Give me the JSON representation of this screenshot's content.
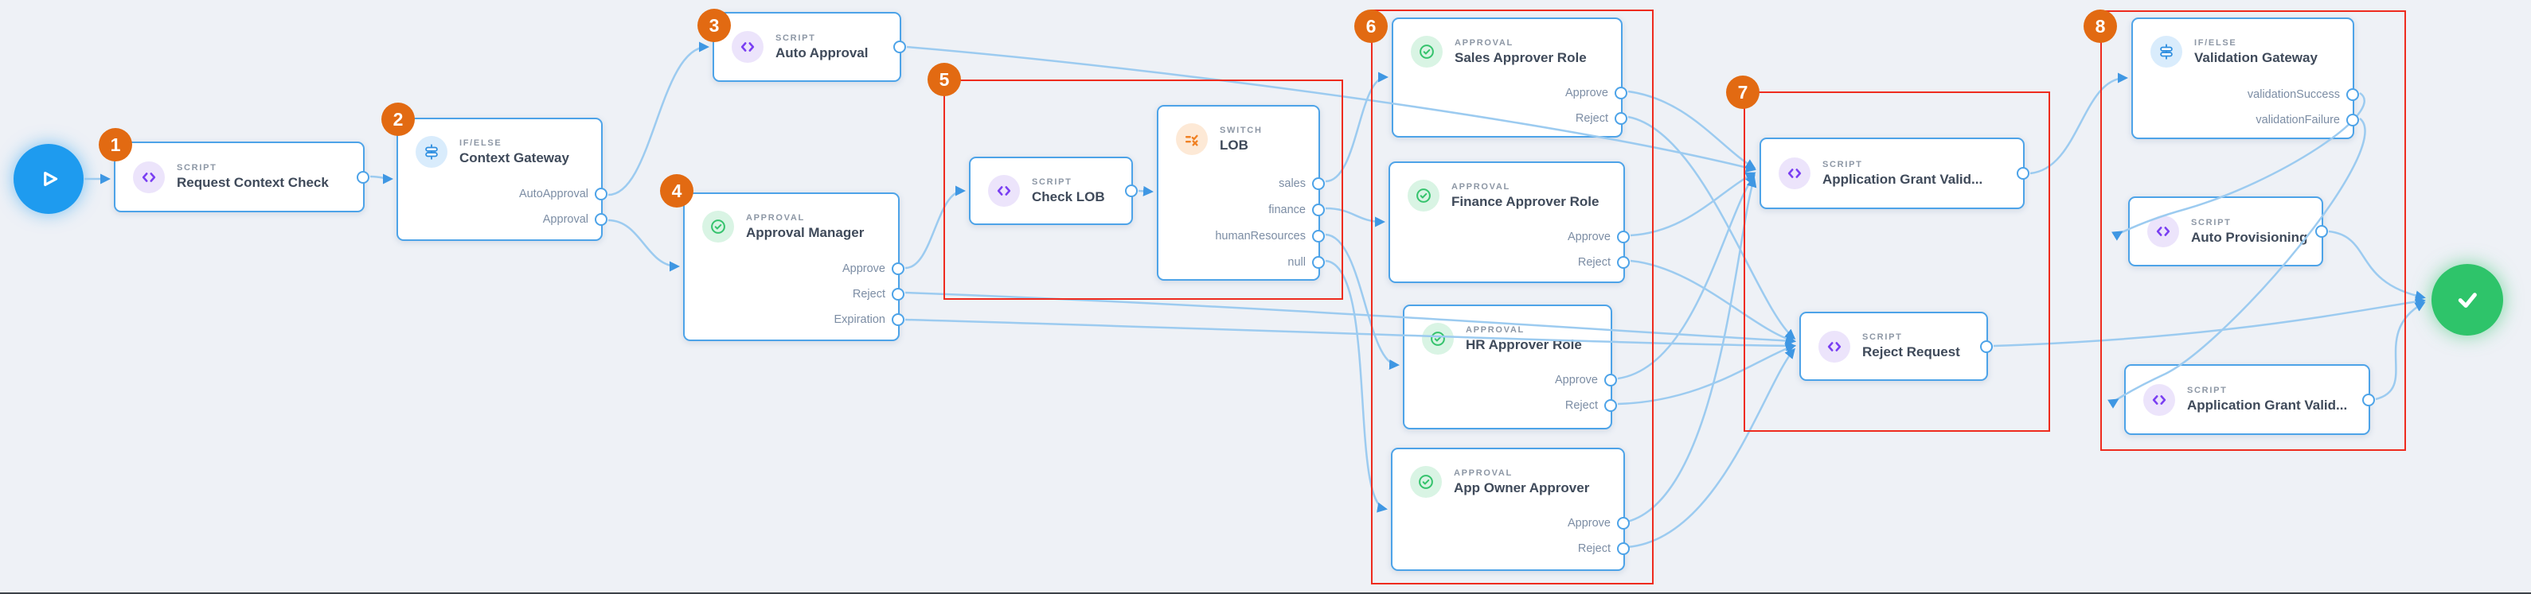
{
  "canvas": {
    "background": "#eef1f6"
  },
  "colors": {
    "node_border": "#4da3e8",
    "edge": "#9ccbf0",
    "arrow": "#3f97e3",
    "group_outline": "#ee2b1e",
    "badge": "#e26a12",
    "start_node": "#1e9bef",
    "end_node": "#2ec46a",
    "script_icon": "#7a3ff2",
    "ifelse_icon": "#2f8fe0",
    "approval_icon": "#35c36d",
    "switch_icon": "#f08124"
  },
  "badges": [
    "1",
    "2",
    "3",
    "4",
    "5",
    "6",
    "7",
    "8"
  ],
  "start_node": {
    "icon": "play-icon"
  },
  "end_node": {
    "icon": "check-icon"
  },
  "nodes": [
    {
      "type_label": "SCRIPT",
      "title": "Request Context Check",
      "icon": "code-icon",
      "outputs": []
    },
    {
      "type_label": "IF/ELSE",
      "title": "Context Gateway",
      "icon": "branch-icon",
      "outputs": [
        "AutoApproval",
        "Approval"
      ]
    },
    {
      "type_label": "SCRIPT",
      "title": "Auto Approval",
      "icon": "code-icon",
      "outputs": []
    },
    {
      "type_label": "APPROVAL",
      "title": "Approval Manager",
      "icon": "check-circle-icon",
      "outputs": [
        "Approve",
        "Reject",
        "Expiration"
      ]
    },
    {
      "type_label": "SCRIPT",
      "title": "Check LOB",
      "icon": "code-icon",
      "outputs": []
    },
    {
      "type_label": "SWITCH",
      "title": "LOB",
      "icon": "switch-icon",
      "outputs": [
        "sales",
        "finance",
        "humanResources",
        "null"
      ]
    },
    {
      "type_label": "APPROVAL",
      "title": "Sales Approver Role",
      "icon": "check-circle-icon",
      "outputs": [
        "Approve",
        "Reject"
      ]
    },
    {
      "type_label": "APPROVAL",
      "title": "Finance Approver Role",
      "icon": "check-circle-icon",
      "outputs": [
        "Approve",
        "Reject"
      ]
    },
    {
      "type_label": "APPROVAL",
      "title": "HR Approver Role",
      "icon": "check-circle-icon",
      "outputs": [
        "Approve",
        "Reject"
      ]
    },
    {
      "type_label": "APPROVAL",
      "title": "App Owner Approver",
      "icon": "check-circle-icon",
      "outputs": [
        "Approve",
        "Reject"
      ]
    },
    {
      "type_label": "SCRIPT",
      "title": "Application Grant Valid...",
      "icon": "code-icon",
      "outputs": []
    },
    {
      "type_label": "SCRIPT",
      "title": "Reject Request",
      "icon": "code-icon",
      "outputs": []
    },
    {
      "type_label": "IF/ELSE",
      "title": "Validation Gateway",
      "icon": "branch-icon",
      "outputs": [
        "validationSuccess",
        "validationFailure"
      ]
    },
    {
      "type_label": "SCRIPT",
      "title": "Auto Provisioning",
      "icon": "code-icon",
      "outputs": []
    },
    {
      "type_label": "SCRIPT",
      "title": "Application Grant Valid...",
      "icon": "code-icon",
      "outputs": []
    }
  ]
}
